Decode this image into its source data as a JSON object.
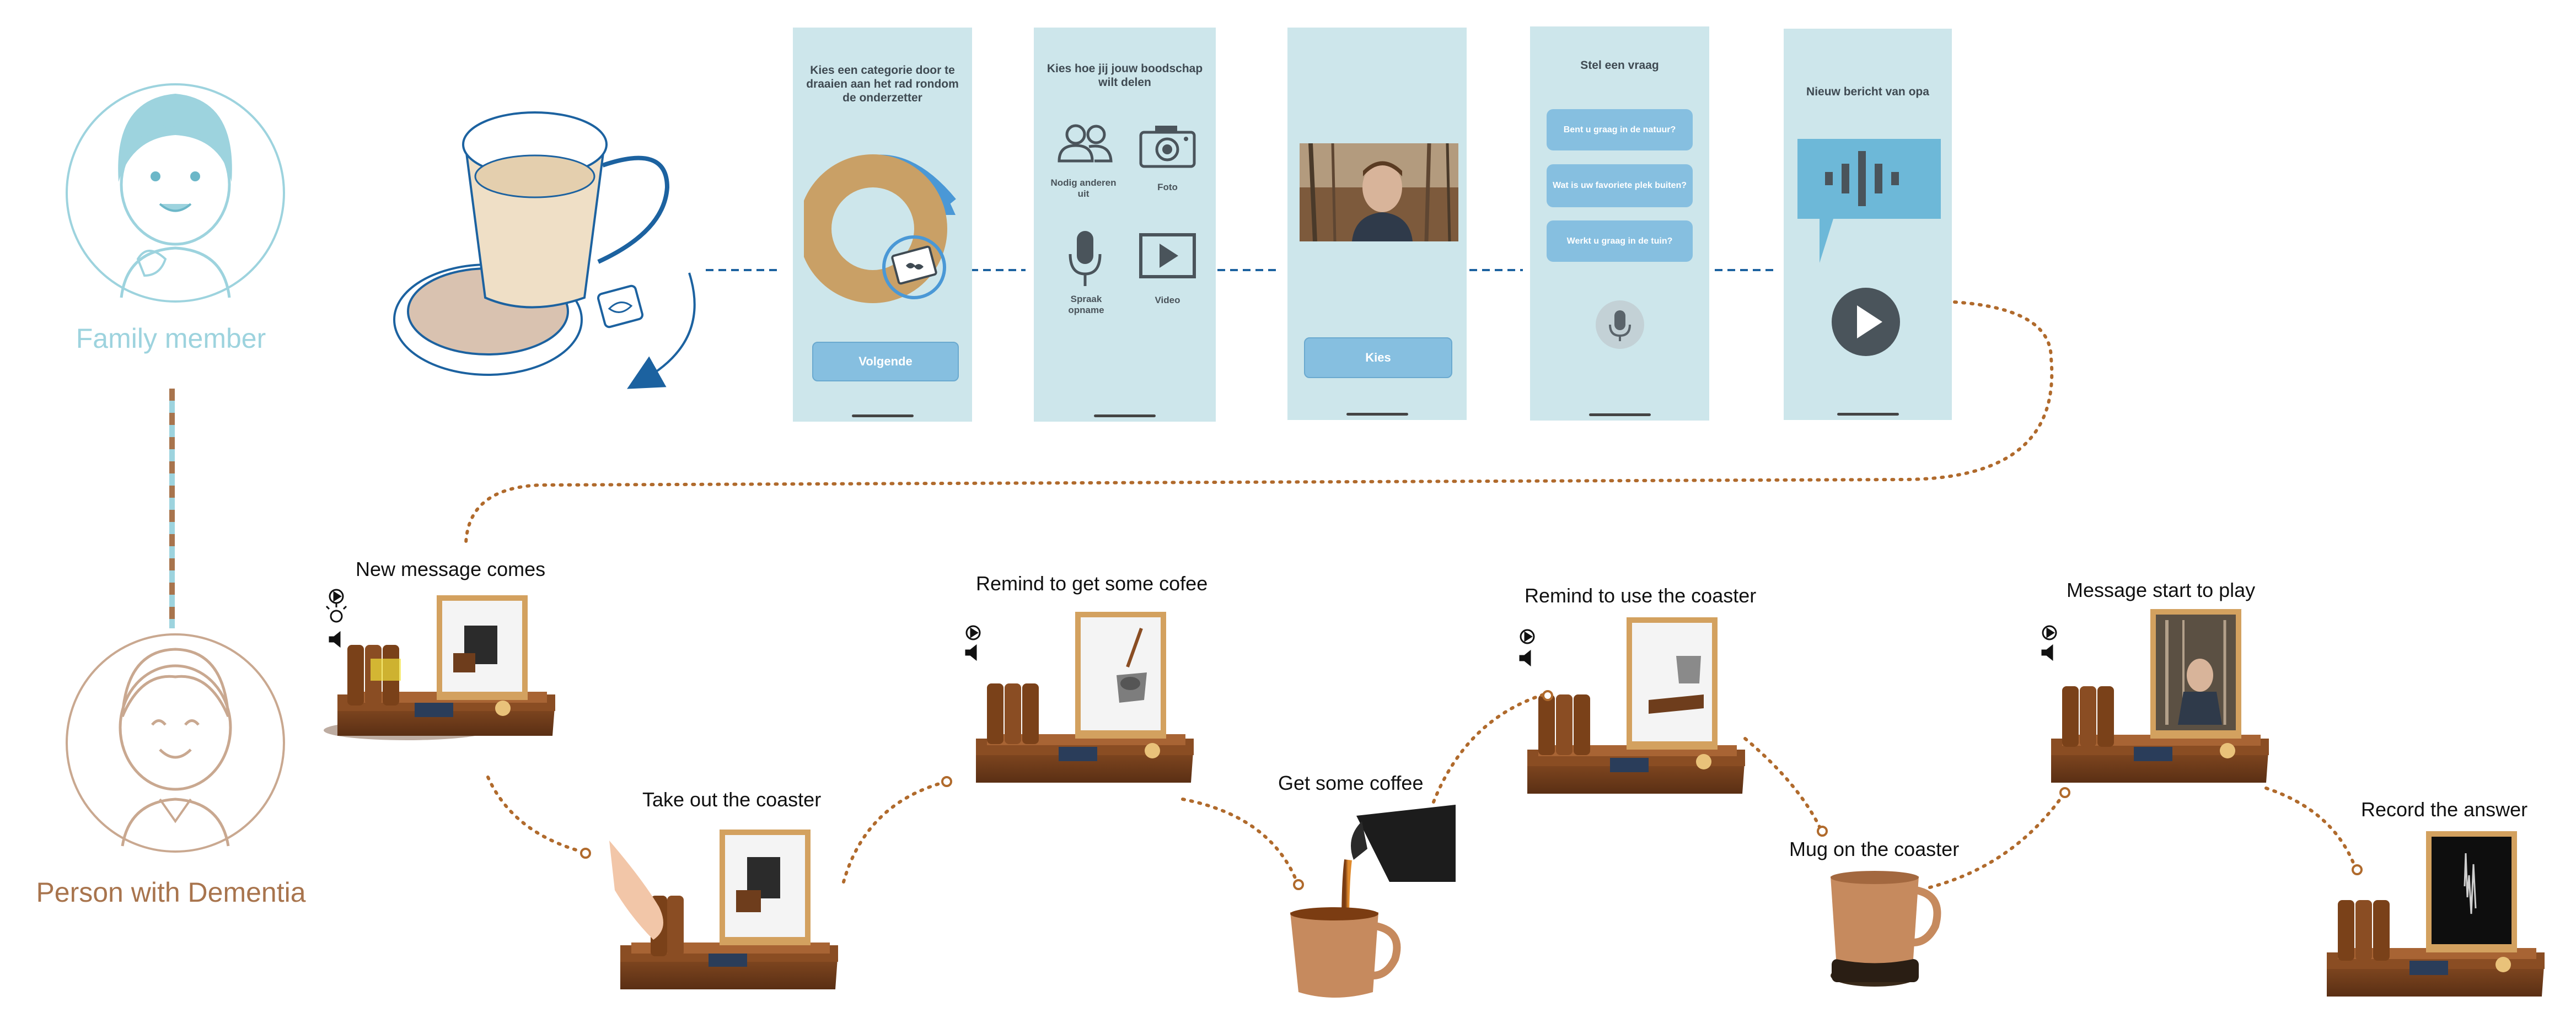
{
  "roles": {
    "family": {
      "label": "Family member",
      "color": "#9dd3de"
    },
    "patient": {
      "label": "Person with Dementia",
      "color": "#a8744d"
    }
  },
  "colors": {
    "flow_line": "#1c62a0",
    "brown_path": "#b06a2c",
    "phone_bg": "#cde6eb",
    "button": "#86bfe0",
    "wood": "#6e3d1c"
  },
  "screens": {
    "s1": {
      "title": "Kies een categorie door te draaien aan het rad rondom de onderzetter",
      "button": "Volgende"
    },
    "s2": {
      "title": "Kies hoe jij jouw boodschap wilt delen",
      "options": [
        {
          "label": "Nodig anderen uit",
          "icon": "people-icon"
        },
        {
          "label": "Foto",
          "icon": "camera-icon"
        },
        {
          "label": "Spraak opname",
          "icon": "microphone-icon"
        },
        {
          "label": "Video",
          "icon": "video-icon"
        }
      ]
    },
    "s3": {
      "button": "Kies"
    },
    "s4": {
      "title": "Stel een vraag",
      "questions": [
        "Bent u graag in de natuur?",
        "Wat is uw favoriete plek buiten?",
        "Werkt u graag in de tuin?"
      ]
    },
    "s5": {
      "title": "Nieuw bericht van opa"
    }
  },
  "steps": {
    "new_message": "New message comes",
    "take_out": "Take out the coaster",
    "remind_coffee": "Remind to get some cofee",
    "get_coffee": "Get some coffee",
    "remind_coaster": "Remind to use the coaster",
    "mug_on": "Mug on the coaster",
    "message_play": "Message start to play",
    "record": "Record the answer"
  }
}
